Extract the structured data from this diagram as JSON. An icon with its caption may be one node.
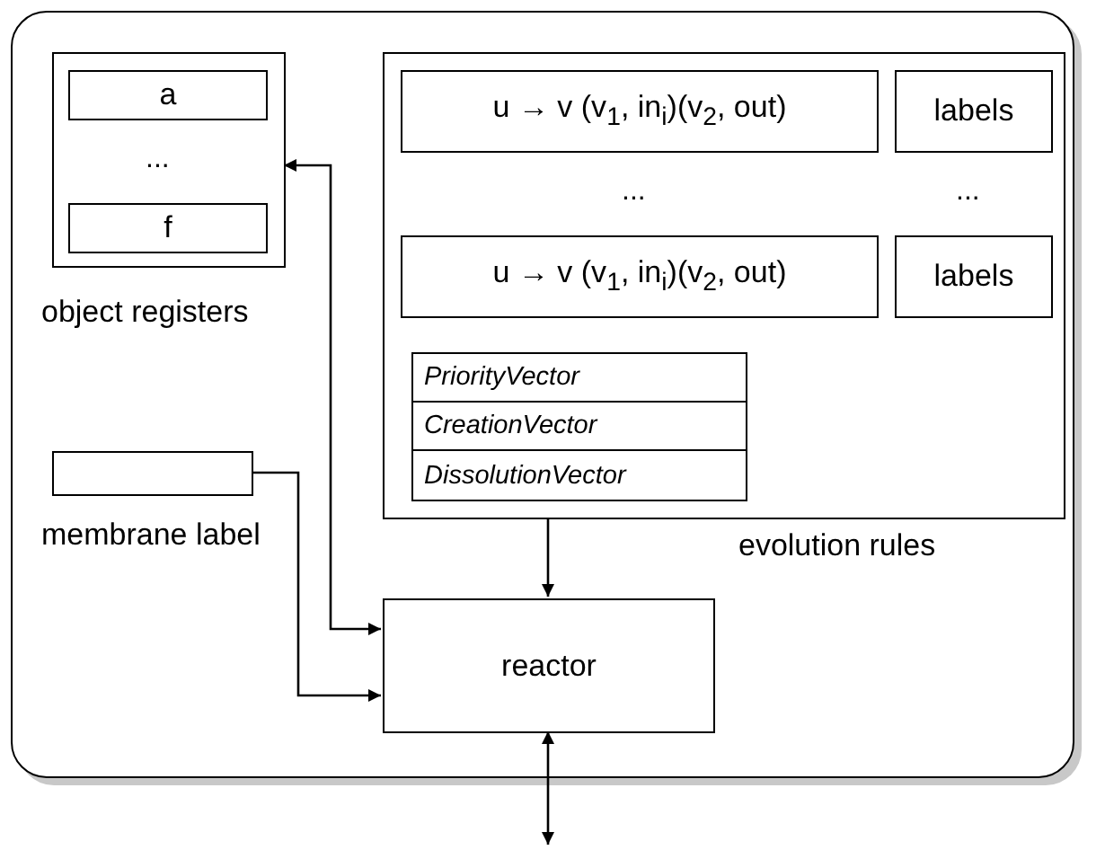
{
  "diagram": {
    "nodes": [
      {
        "text": [],
        "shape": "box"
      },
      {
        "text": [
          "object registers"
        ],
        "in": 0
      },
      {
        "text": [
          "a"
        ],
        "in": 1
      },
      {
        "text": [
          "f"
        ],
        "in": 1
      },
      {
        "text": [
          "membrane label"
        ],
        "in": 0
      },
      {
        "text": [
          "evolution rules"
        ],
        "in": 0
      },
      {
        "text": [
          "u → v (v$_{1}$, in$_{i}$)(v$_{2}$, out)"
        ],
        "in": 5
      },
      {
        "text": [
          "labels"
        ],
        "in": 5
      },
      {
        "text": [
          "u → v (v$_{1}$, in$_{i}$)(v$_{2}$, out)"
        ],
        "in": 5
      },
      {
        "text": [
          "labels"
        ],
        "in": 5
      },
      {
        "text": [
          "PriorityVector"
        ],
        "in": 5
      },
      {
        "text": [
          "CreationVector"
        ],
        "in": 5
      },
      {
        "text": [
          "DissolutionVector"
        ],
        "in": 5
      },
      {
        "text": [
          "reactor"
        ],
        "in": 0
      }
    ],
    "edges": [
      {
        "from": 13,
        "to": 1,
        "arrow": "both"
      },
      {
        "from": 4,
        "to": 13,
        "arrow": "to"
      },
      {
        "from": 5,
        "to": 13,
        "arrow": "to"
      },
      {
        "from": 13,
        "to": null,
        "arrow": "both"
      }
    ],
    "labels": [
      "...",
      "...",
      "..."
    ]
  }
}
